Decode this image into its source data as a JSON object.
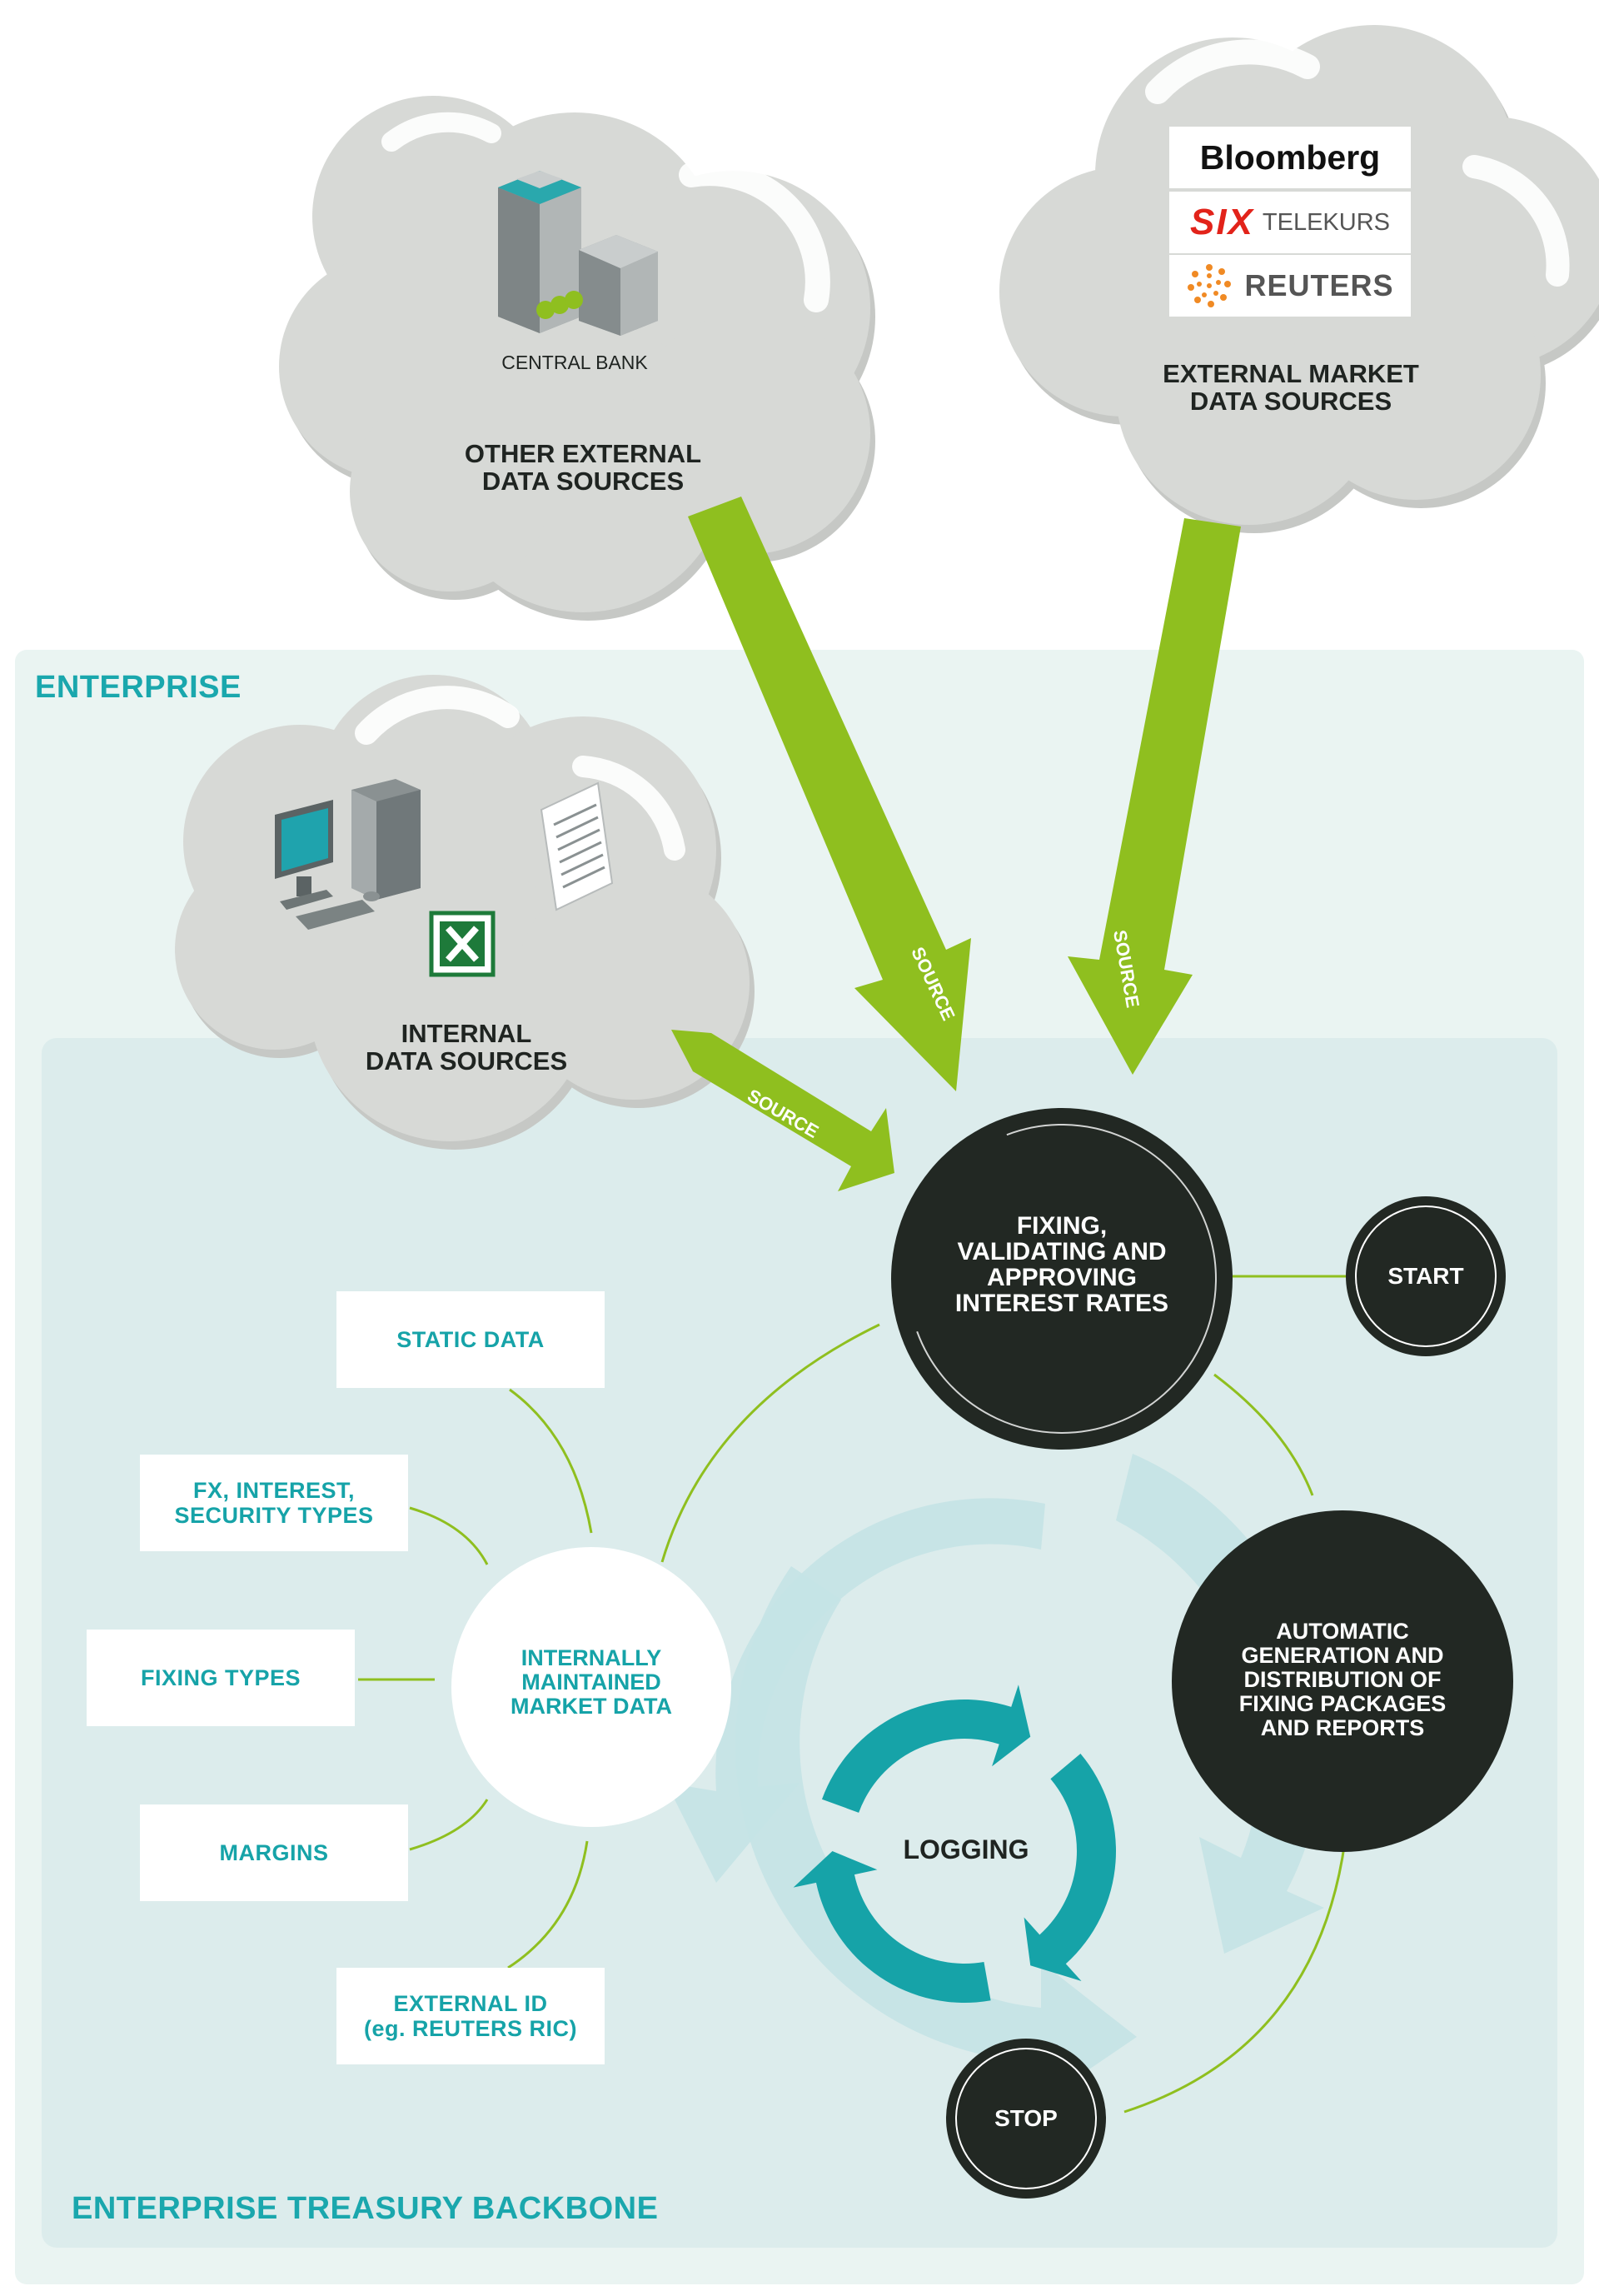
{
  "regions": {
    "enterprise": "ENTERPRISE",
    "backbone": "ENTERPRISE TREASURY BACKBONE"
  },
  "clouds": {
    "other_external": {
      "title": "OTHER EXTERNAL\nDATA SOURCES",
      "icon_label": "CENTRAL BANK"
    },
    "external_market": {
      "title": "EXTERNAL MARKET\nDATA SOURCES"
    },
    "internal": {
      "title": "INTERNAL\nDATA SOURCES"
    }
  },
  "logos": {
    "bloomberg": "Bloomberg",
    "six": "SIX",
    "telekurs": "TELEKURS",
    "reuters": "REUTERS"
  },
  "arrows": {
    "source_label": "SOURCE"
  },
  "nodes": {
    "fixing": "FIXING,\nVALIDATING AND\nAPPROVING\nINTEREST RATES",
    "start": "START",
    "automatic": "AUTOMATIC\nGENERATION AND\nDISTRIBUTION OF\nFIXING PACKAGES\nAND REPORTS",
    "stop": "STOP",
    "logging": "LOGGING",
    "internally": "INTERNALLY\nMAINTAINED\nMARKET DATA"
  },
  "data_boxes": [
    "STATIC DATA",
    "FX, INTEREST,\nSECURITY TYPES",
    "FIXING TYPES",
    "MARGINS",
    "EXTERNAL ID\n(eg. REUTERS RIC)"
  ],
  "colors": {
    "enterprise_bg": "#eaf4f2",
    "backbone_bg": "#dcecec",
    "arrow_green": "#8fbf1f",
    "dark_node": "#222823",
    "teal": "#16a3a8",
    "pale_cycle": "#c5e4e6",
    "cloud": "#d4d6d3",
    "six_red": "#e2231a",
    "reuters_orange": "#f08a24"
  }
}
